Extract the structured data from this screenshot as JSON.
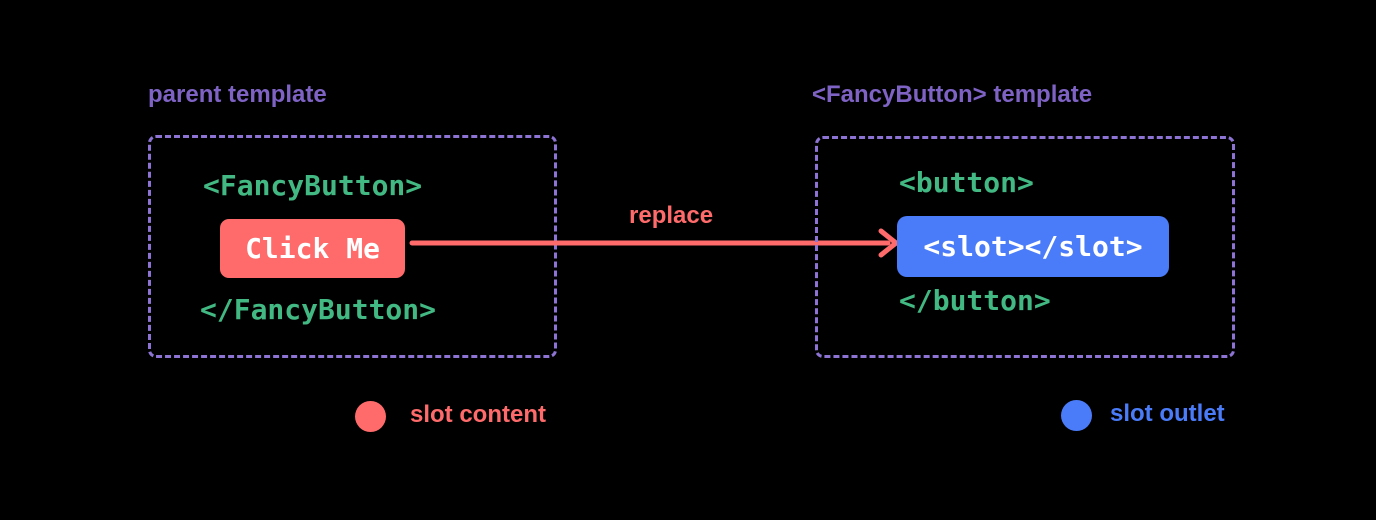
{
  "colors": {
    "background": "#000000",
    "purple_label": "#7e62c4",
    "purple_border": "#8d74d4",
    "green_code": "#42b883",
    "coral": "#ff6b6b",
    "blue": "#4a7cf9",
    "white": "#ffffff"
  },
  "parent_panel": {
    "title": "parent template",
    "open_tag": "<FancyButton>",
    "button_label": "Click Me",
    "close_tag": "</FancyButton>"
  },
  "arrow": {
    "label": "replace"
  },
  "component_panel": {
    "title": "<FancyButton> template",
    "open_tag": "<button>",
    "slot_code": "<slot></slot>",
    "close_tag": "</button>"
  },
  "legend": {
    "slot_content": "slot content",
    "slot_outlet": "slot outlet"
  }
}
